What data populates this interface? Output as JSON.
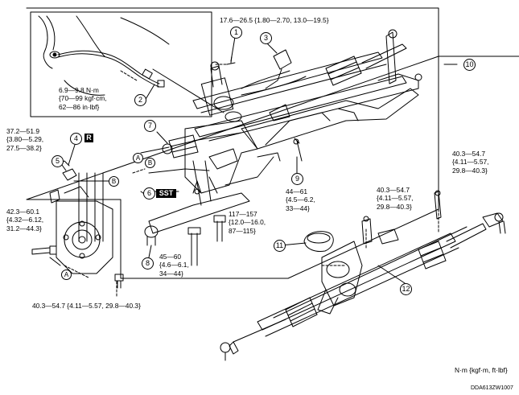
{
  "torque_labels": {
    "item1": "17.6—26.5 {1.80—2.70, 13.0—19.5}",
    "item2": "6.9—9.8 N·m\n{70—99 kgf·cm,\n62—86 in·lbf}",
    "item5": "37.2—51.9\n{3.80—5.29,\n27.5—38.2}",
    "item_knuckle_left": "42.3—60.1\n{4.32—6.12,\n31.2—44.3}",
    "item9": "44—61\n{4.5—6.2,\n33—44}",
    "item_bolt_mid": "117—157\n{12.0—16.0,\n87—115}",
    "item8": "45—60\n{4.6—6.1,\n34—44}",
    "item_knuckle_bottom": "40.3—54.7 {4.11—5.57, 29.8—40.3}",
    "item_bracket_right_top": "40.3—54.7\n{4.11—5.57,\n29.8—40.3}",
    "item_bracket_right_mid": "40.3—54.7\n{4.11—5.57,\n29.8—40.3}"
  },
  "callouts": [
    "1",
    "2",
    "3",
    "4",
    "5",
    "6",
    "7",
    "8",
    "9",
    "10",
    "11",
    "12"
  ],
  "letters": {
    "a": "A",
    "b": "B"
  },
  "badges": {
    "sst": "SST",
    "r": "R"
  },
  "units_note": "N·m {kgf·m, ft·lbf}",
  "figure_code": "DDA613ZW1007"
}
